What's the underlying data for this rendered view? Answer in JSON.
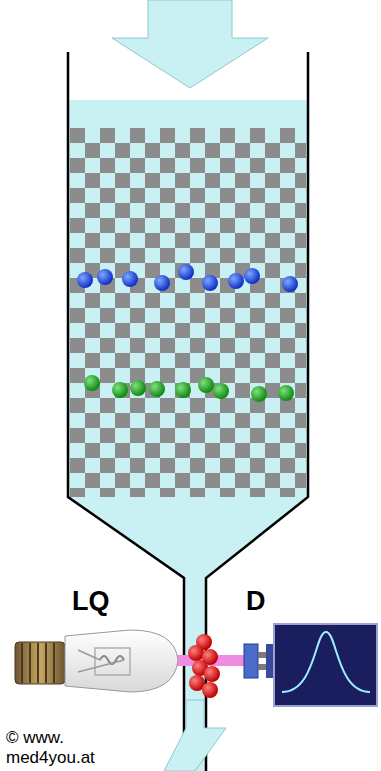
{
  "diagram": {
    "labels": [
      "LQ",
      "D",
      "© www. med4you.at"
    ]
  }
}
